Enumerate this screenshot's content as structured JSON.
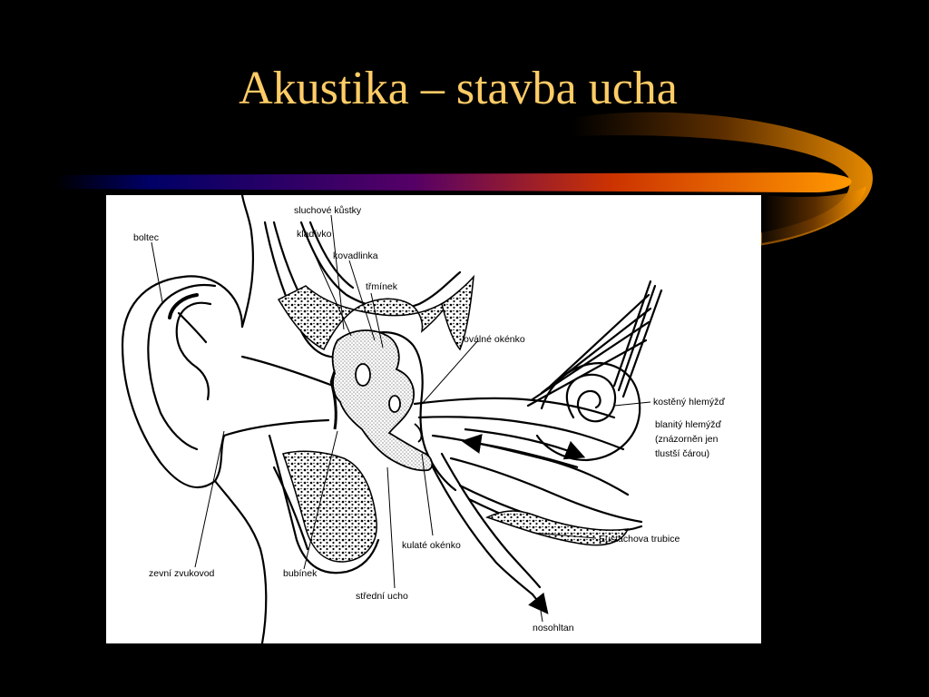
{
  "slide": {
    "title": "Akustika – stavba ucha",
    "colors": {
      "background": "#000000",
      "title": "#FFCC66",
      "stripe_end": "#FF9900",
      "stripe_start": "#000066"
    }
  },
  "diagram": {
    "labels": {
      "boltec": "boltec",
      "sluchove_kustky": "sluchové kůstky",
      "kladivko": "kladívko",
      "kovadlinka": "kovadlinka",
      "trminek": "třmínek",
      "ovalne_okenko": "oválné okénko",
      "kosteny_hlemyzd": "kostěný hlemýžď",
      "blanity_1": "blanitý hlemýžď",
      "blanity_2": "(znázorněn jen",
      "blanity_3": "tlustší čárou)",
      "eustachova": "Eustachova trubice",
      "kulate_okenko": "kulaté okénko",
      "vnejsi_zvukovod": "zevní zvukovod",
      "bubinek": "bubínek",
      "stredni_ucho": "střední ucho",
      "nosohltan": "nosohltan"
    }
  }
}
